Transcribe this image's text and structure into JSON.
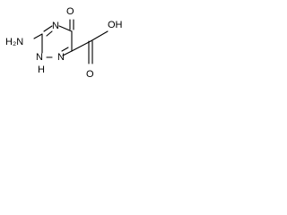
{
  "molecule": {
    "labels": {
      "amino": "H₂N",
      "n4": "N",
      "n1": "N",
      "n2": "N",
      "n2_h": "H",
      "carbonyl_o": "O",
      "acid_oh": "OH",
      "acid_o": "O"
    },
    "colors": {
      "ink": "#000000",
      "background": "#ffffff"
    }
  }
}
